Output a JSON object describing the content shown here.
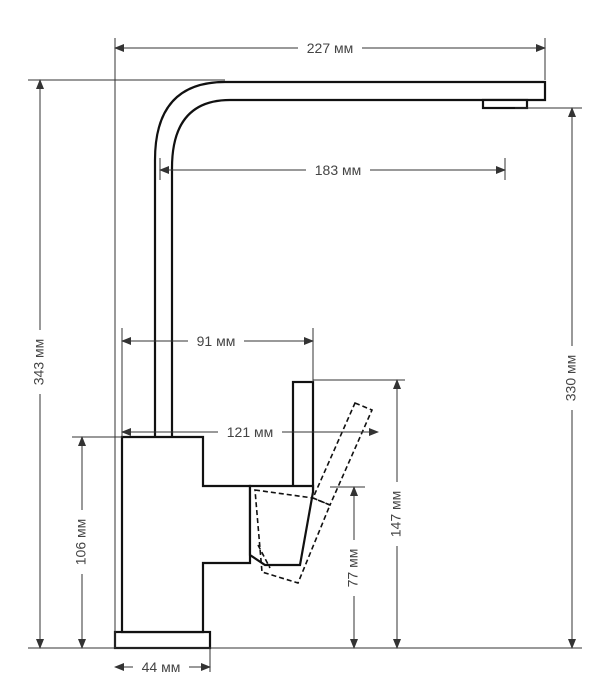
{
  "dimensions": {
    "spout_reach_total": "227 мм",
    "spout_reach_inner": "183 мм",
    "neck_to_handle": "91 мм",
    "body_to_handle_top": "121 мм",
    "total_height": "343 мм",
    "outlet_height": "330 мм",
    "body_height": "106 мм",
    "handle_height": "147 мм",
    "handle_base_height": "77 мм",
    "base_width": "44 мм"
  },
  "colors": {
    "outline": "#111111",
    "dimension_line": "#333333",
    "label": "#444444",
    "background": "#ffffff"
  }
}
